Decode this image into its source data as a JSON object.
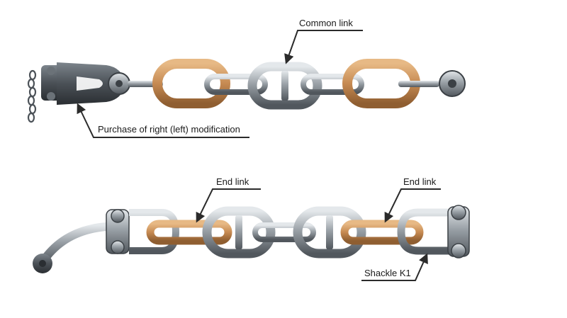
{
  "labels": {
    "common_link": "Common link",
    "purchase": "Purchase of right (left) modification",
    "end_link_left": "End link",
    "end_link_right": "End link",
    "shackle": "Shackle K1"
  },
  "colors": {
    "background": "#ffffff",
    "steel": "#8e959b",
    "steel_dark": "#4a5056",
    "steel_light": "#d3d8dc",
    "bronze": "#c9905a",
    "bronze_dark": "#8f5e31",
    "leader_line": "#2b2b2b"
  }
}
